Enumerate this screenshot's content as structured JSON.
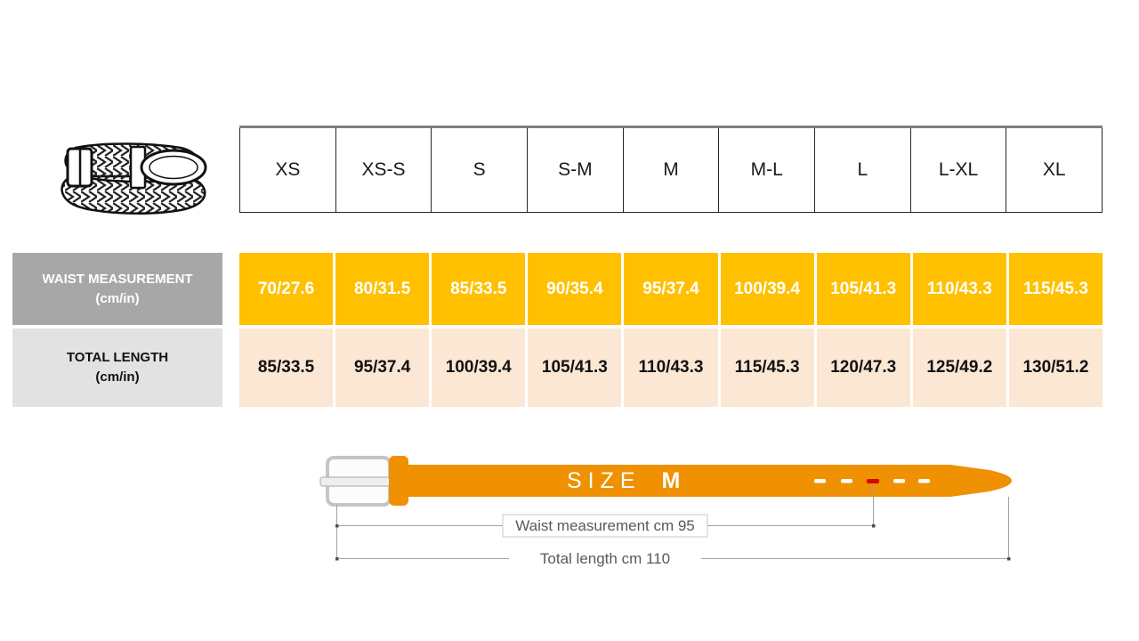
{
  "size_table": {
    "sizes": [
      "XS",
      "XS-S",
      "S",
      "S-M",
      "M",
      "M-L",
      "L",
      "L-XL",
      "XL"
    ],
    "waist_row": {
      "label": "WAIST MEASUREMENT",
      "unit": "(cm/in)",
      "values": [
        "70/27.6",
        "80/31.5",
        "85/33.5",
        "90/35.4",
        "95/37.4",
        "100/39.4",
        "105/41.3",
        "110/43.3",
        "115/45.3"
      ]
    },
    "length_row": {
      "label": "TOTAL LENGTH",
      "unit": "(cm/in)",
      "values": [
        "85/33.5",
        "95/37.4",
        "100/39.4",
        "105/41.3",
        "110/43.3",
        "115/45.3",
        "120/47.3",
        "125/49.2",
        "130/51.2"
      ]
    }
  },
  "belt_diagram": {
    "size_label": "SIZE",
    "size_value": "M",
    "waist_annotation": "Waist measurement cm 95",
    "length_annotation": "Total length cm 110"
  },
  "colors": {
    "waist_cell": "#ffc000",
    "length_cell": "#fce6d4",
    "label_gray": "#a7a7a7",
    "label_light": "#e3e2e2",
    "belt_orange": "#ef9100",
    "hole_red": "#cf0a00",
    "annotation_text": "#595959",
    "annotation_line": "#a0a0a0"
  }
}
